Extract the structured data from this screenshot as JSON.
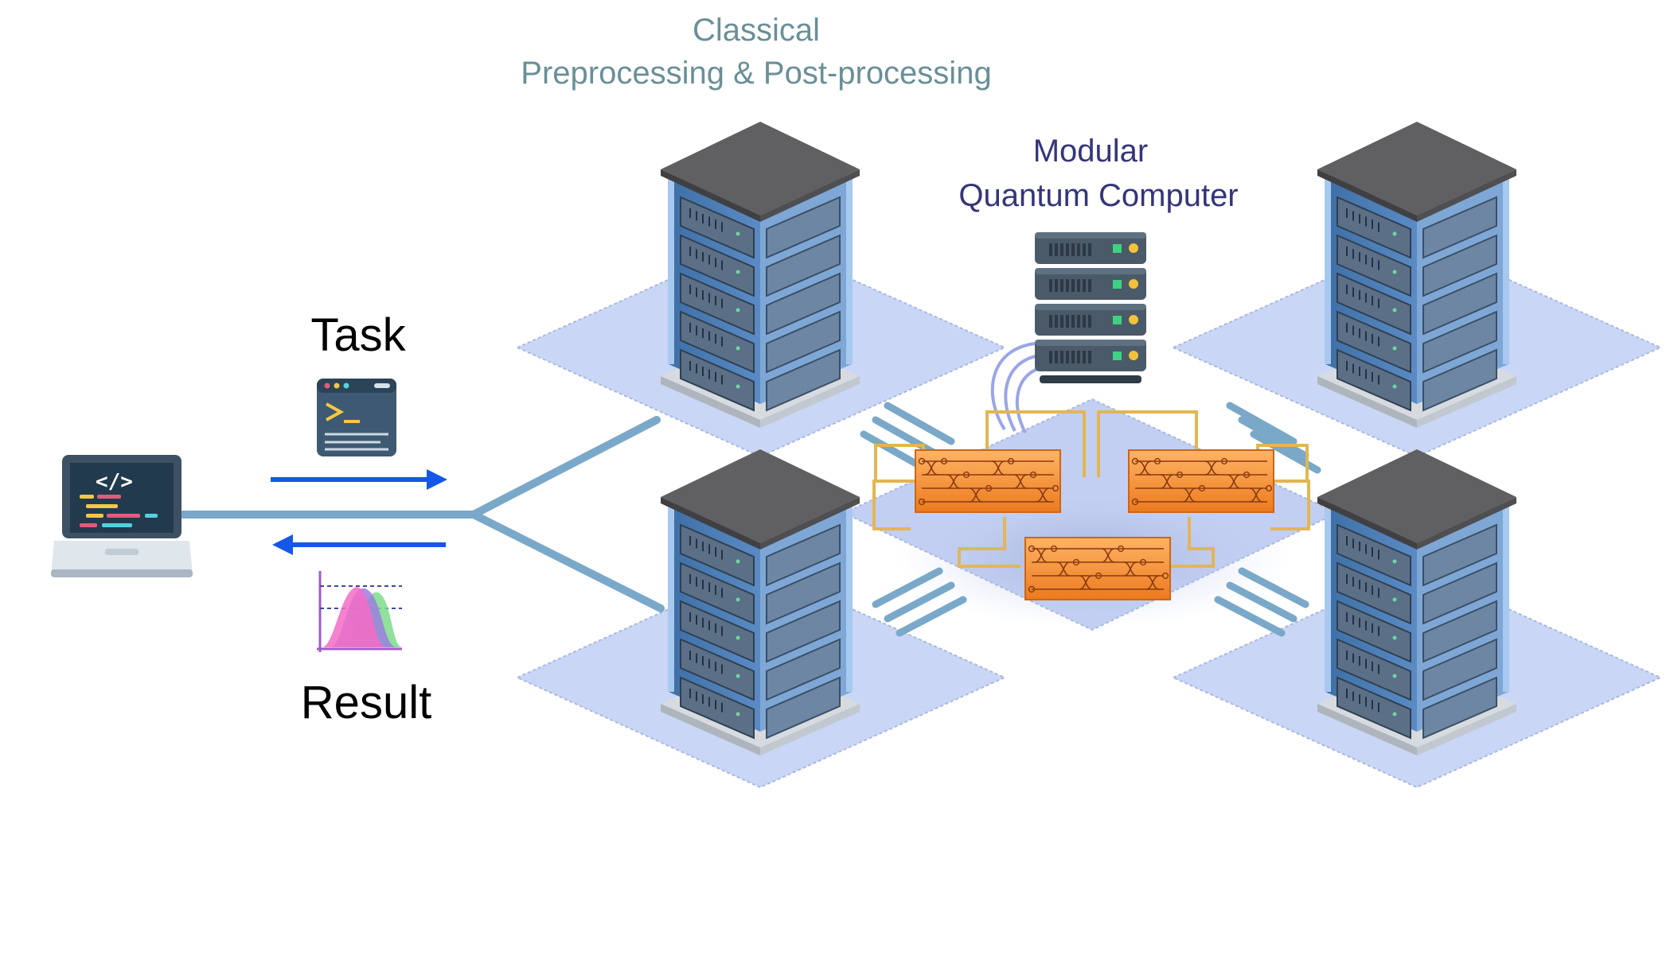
{
  "labels": {
    "classical_line1": "Classical",
    "classical_line2": "Preprocessing & Post-processing",
    "modular_line1": "Modular",
    "modular_line2": "Quantum Computer",
    "task": "Task",
    "result": "Result"
  },
  "colors": {
    "classical_text": "#6a8f97",
    "quantum_text": "#34357a",
    "arrow": "#1557e8",
    "link": "#7aa8c8",
    "platform": "#c9d6f6",
    "server_body": "#4a7ab0",
    "server_roof": "#5f5f62",
    "chip": "#f08a2c",
    "wire": "#e2b653"
  },
  "icons": {
    "client": "laptop-code-icon",
    "task": "terminal-window-icon",
    "result": "distribution-chart-icon",
    "quantum_control": "rack-server-icon",
    "quantum_modules": "photonic-chip-icon",
    "classical_nodes": "server-tower-icon"
  }
}
